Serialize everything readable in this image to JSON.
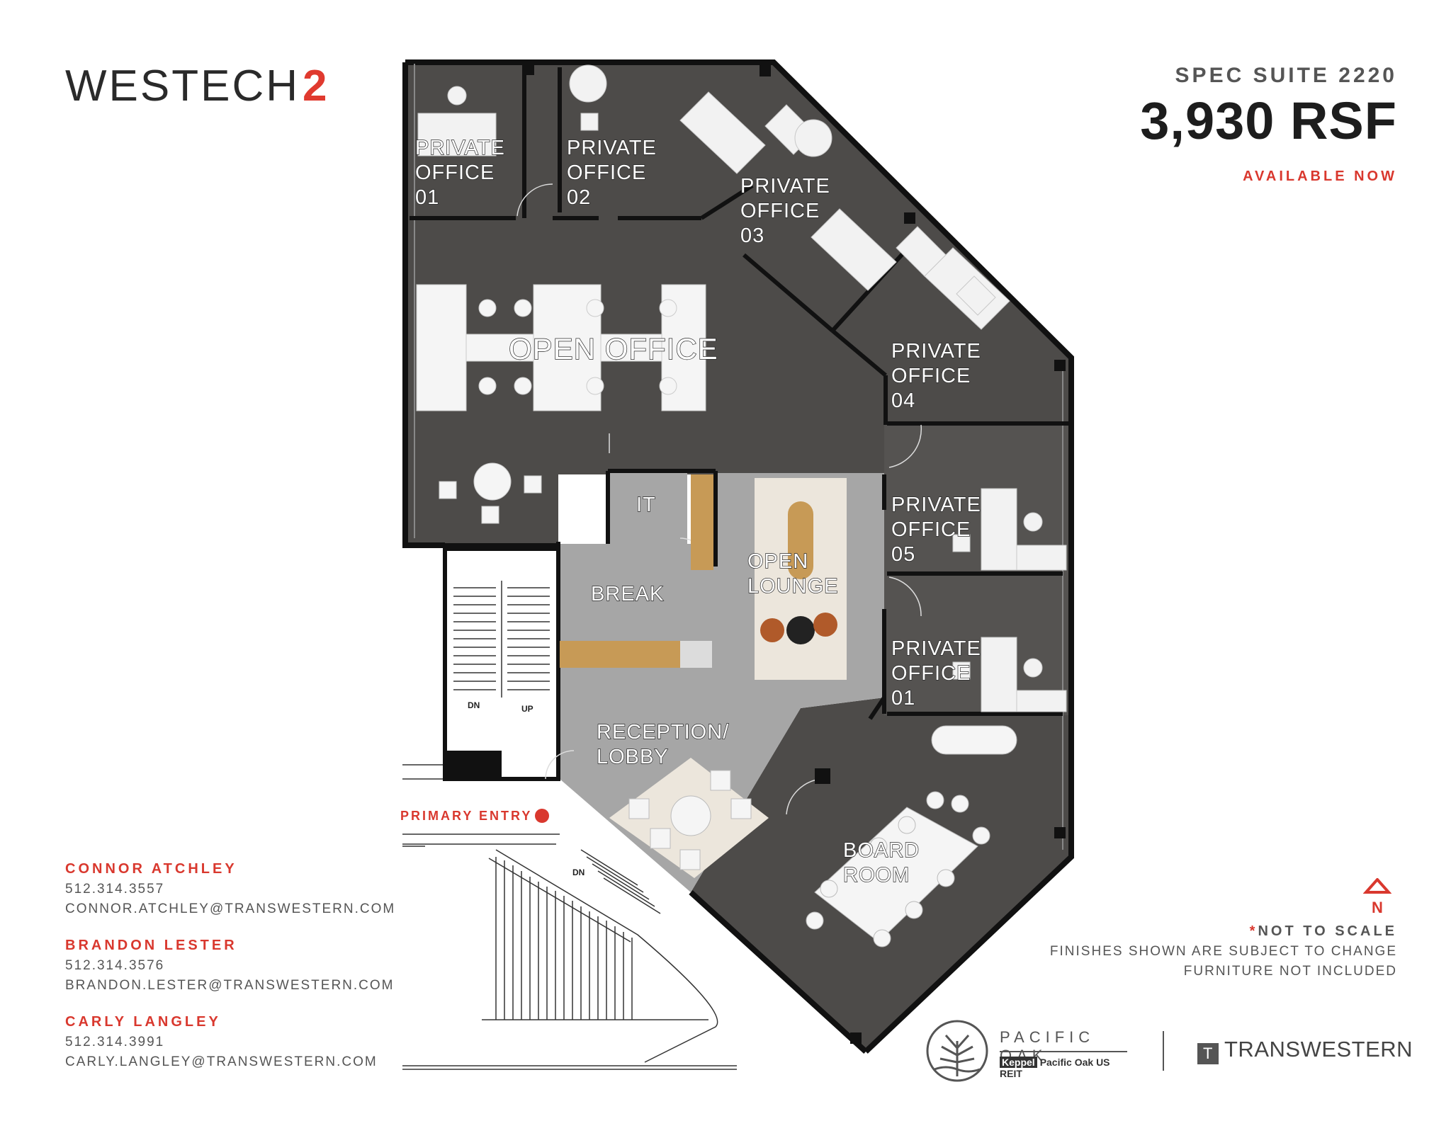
{
  "header": {
    "logo_word": "WESTECH",
    "logo_num": "2",
    "suite": "SPEC SUITE 2220",
    "rsf": "3,930 RSF",
    "availability": "AVAILABLE NOW"
  },
  "rooms": {
    "po1_top": [
      "PRIVATE",
      "OFFICE",
      "01"
    ],
    "po2": [
      "PRIVATE",
      "OFFICE",
      "02"
    ],
    "po3": [
      "PRIVATE",
      "OFFICE",
      "03"
    ],
    "po4": [
      "PRIVATE",
      "OFFICE",
      "04"
    ],
    "po5": [
      "PRIVATE",
      "OFFICE",
      "05"
    ],
    "po1_bottom": [
      "PRIVATE",
      "OFFICE",
      "01"
    ],
    "open_office": "OPEN OFFICE",
    "it": "IT",
    "break_room": "BREAK",
    "open_lounge": [
      "OPEN",
      "LOUNGE"
    ],
    "reception": [
      "RECEPTION/",
      "LOBBY"
    ],
    "board_room": [
      "BOARD",
      "ROOM"
    ]
  },
  "stair_labels": {
    "dn": "DN",
    "up": "UP",
    "dn_exterior": "DN"
  },
  "primary_entry": "PRIMARY ENTRY",
  "contacts": [
    {
      "name": "CONNOR ATCHLEY",
      "phone": "512.314.3557",
      "email": "CONNOR.ATCHLEY@TRANSWESTERN.COM"
    },
    {
      "name": "BRANDON LESTER",
      "phone": "512.314.3576",
      "email": "BRANDON.LESTER@TRANSWESTERN.COM"
    },
    {
      "name": "CARLY LANGLEY",
      "phone": "512.314.3991",
      "email": "CARLY.LANGLEY@TRANSWESTERN.COM"
    }
  ],
  "notes": {
    "asterisk": "*",
    "not_to_scale": "NOT TO SCALE",
    "finishes": "FINISHES SHOWN ARE SUBJECT TO CHANGE",
    "furniture": "FURNITURE NOT INCLUDED"
  },
  "north": "N",
  "brands": {
    "pacific_oak": "PACIFIC OAK",
    "keppel_box": "Keppel",
    "keppel_text": "Pacific Oak US REIT",
    "transwestern_mark": "T",
    "transwestern": "TRANSWESTERN"
  },
  "colors": {
    "accent_red": "#d9382e",
    "carpet": "#4d4b49",
    "concrete": "#a6a6a6",
    "wall": "#111111"
  }
}
